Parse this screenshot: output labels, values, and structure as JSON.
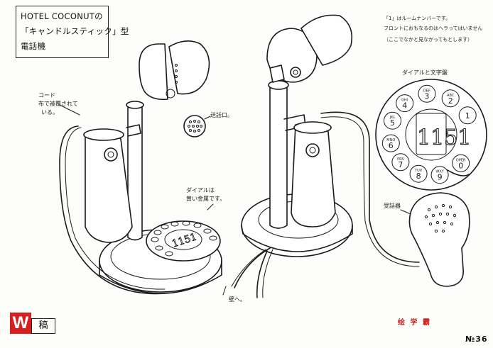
{
  "title_box": {
    "line1": "HOTEL COCONUTの",
    "line2": "「キャンドルスティック」型",
    "line3": "電話機"
  },
  "notes": {
    "top_right_1": "「1」はルームナンバーです。",
    "top_right_2": "フロントにおもなるのはヘラってはいません",
    "top_right_3": "（ここでなかと見なかってもとします）",
    "cord": "コード",
    "cord_2": "布で被覆されて",
    "cord_3": "いる。",
    "mouthpiece": "送話口。",
    "dial_brass_1": "ダイアルは",
    "dial_brass_2": "黄い金属です。",
    "dial_face": "ダイアルと文字盤",
    "receiver": "受話器",
    "to_wall": "壁へ。"
  },
  "dial": {
    "center_number": "1151",
    "digits": [
      {
        "num": "1",
        "letters": ""
      },
      {
        "num": "2",
        "letters": "ABC"
      },
      {
        "num": "3",
        "letters": "DEF"
      },
      {
        "num": "4",
        "letters": "GHI"
      },
      {
        "num": "5",
        "letters": "JKL"
      },
      {
        "num": "6",
        "letters": "MNO"
      },
      {
        "num": "7",
        "letters": "PRS"
      },
      {
        "num": "8",
        "letters": "TUV"
      },
      {
        "num": "9",
        "letters": "WXY"
      },
      {
        "num": "0",
        "letters": "OPER"
      }
    ]
  },
  "footer": {
    "logo_letter": "W",
    "tag": "稿",
    "credit": "绘 学 霸",
    "page_number": "№36"
  }
}
